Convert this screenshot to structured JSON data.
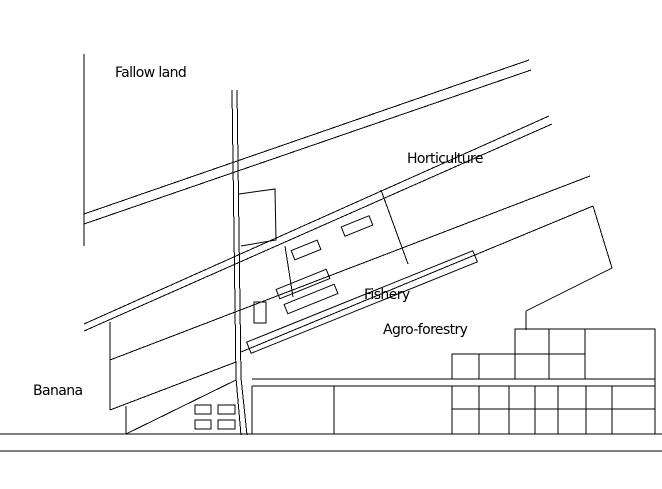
{
  "labels": {
    "fallow_land": "Fallow land",
    "horticulture": "Horticulture",
    "fishery": "Fishery",
    "agro_forestry": "Agro-forestry",
    "banana": "Banana"
  },
  "colors": {
    "line": "#000000",
    "background": "#ffffff"
  }
}
